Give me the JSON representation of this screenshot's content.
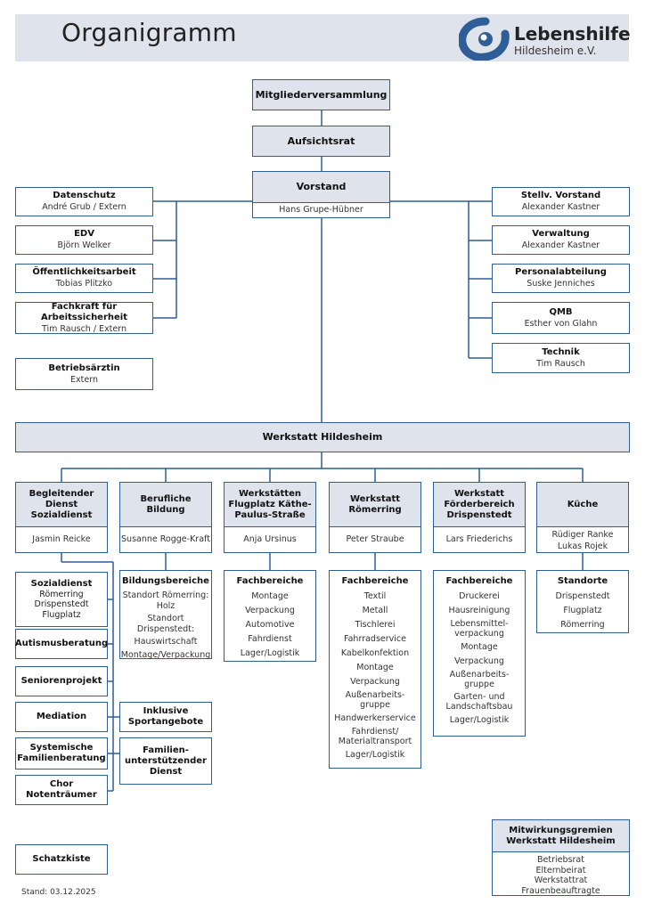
{
  "header": {
    "title": "Organigramm",
    "logo_name": "Lebenshilfe",
    "logo_sub": "Hildesheim e.V."
  },
  "colors": {
    "accent": "#2f5d95",
    "box_fill": "#dfe3ec"
  },
  "top": {
    "mitglieder": "Mitgliederversammlung",
    "aufsichtsrat": "Aufsichtsrat",
    "vorstand": {
      "title": "Vorstand",
      "person": "Hans Grupe-Hübner"
    }
  },
  "left_staff": [
    {
      "title": "Datenschutz",
      "person": "André Grub / Extern"
    },
    {
      "title": "EDV",
      "person": "Björn Welker"
    },
    {
      "title": "Öffentlichkeitsarbeit",
      "person": "Tobias Plitzko"
    },
    {
      "title": "Fachkraft für Arbeitssicherheit",
      "person": "Tim Rausch / Extern"
    }
  ],
  "betriebsarzt": {
    "title": "Betriebsärztin",
    "person": "Extern"
  },
  "right_staff": [
    {
      "title": "Stellv. Vorstand",
      "person": "Alexander Kastner"
    },
    {
      "title": "Verwaltung",
      "person": "Alexander Kastner"
    },
    {
      "title": "Personalabteilung",
      "person": "Suske Jenniches"
    },
    {
      "title": "QMB",
      "person": "Esther von Glahn"
    },
    {
      "title": "Technik",
      "person": "Tim Rausch"
    }
  ],
  "werkstatt": "Werkstatt Hildesheim",
  "departments": [
    {
      "title": "Begleitender Dienst Sozialdienst",
      "person": "Jasmin Reicke"
    },
    {
      "title": "Berufliche Bildung",
      "person": "Susanne Rogge-Kraft"
    },
    {
      "title": "Werkstätten Flugplatz Käthe-Paulus-Straße",
      "person": "Anja Ursinus"
    },
    {
      "title": "Werkstatt Römerring",
      "person": "Peter Straube"
    },
    {
      "title": "Werkstatt Förderbereich Drispenstedt",
      "person": "Lars Friederichs"
    },
    {
      "title": "Küche",
      "person": "Rüdiger Ranke\nLukas Rojek"
    }
  ],
  "sozial_items": [
    {
      "title": "Sozialdienst",
      "sub": "Römerring\nDrispenstedt\nFlugplatz"
    },
    {
      "title": "Autismusberatung"
    },
    {
      "title": "Seniorenprojekt"
    },
    {
      "title": "Mediation"
    },
    {
      "title": "Systemische Familienberatung"
    },
    {
      "title": "Chor Notenträumer"
    }
  ],
  "schatzkiste": "Schatzkiste",
  "bildung": {
    "title": "Bildungsbereiche",
    "items": [
      "Standort Römerring: Holz",
      "Standort Drispenstedt:",
      "Hauswirtschaft",
      "Montage/Verpackung"
    ]
  },
  "bildung_extra": [
    "Inklusive Sportangebote",
    "Familien-unterstützender Dienst"
  ],
  "flugplatz": {
    "title": "Fachbereiche",
    "items": [
      "Montage",
      "Verpackung",
      "Automotive",
      "Fahrdienst",
      "Lager/Logistik"
    ]
  },
  "roemerring": {
    "title": "Fachbereiche",
    "items": [
      "Textil",
      "Metall",
      "Tischlerei",
      "Fahrradservice",
      "Kabelkonfektion",
      "Montage",
      "Verpackung",
      "Außenarbeits-gruppe",
      "Handwerkerservice",
      "Fahrdienst/ Materialtransport",
      "Lager/Logistik"
    ]
  },
  "foerder": {
    "title": "Fachbereiche",
    "items": [
      "Druckerei",
      "Hausreinigung",
      "Lebensmittel-verpackung",
      "Montage",
      "Verpackung",
      "Außenarbeits-gruppe",
      "Garten- und Landschaftsbau",
      "Lager/Logistik"
    ]
  },
  "kueche": {
    "title": "Standorte",
    "items": [
      "Drispenstedt",
      "Flugplatz",
      "Römerring"
    ]
  },
  "mitwirkung": {
    "title": "Mitwirkungsgremien Werkstatt Hildesheim",
    "items": [
      "Betriebsrat",
      "Elternbeirat",
      "Werkstattrat",
      "Frauenbeauftragte"
    ]
  },
  "footer": {
    "stand": "Stand: 03.12.2025"
  }
}
